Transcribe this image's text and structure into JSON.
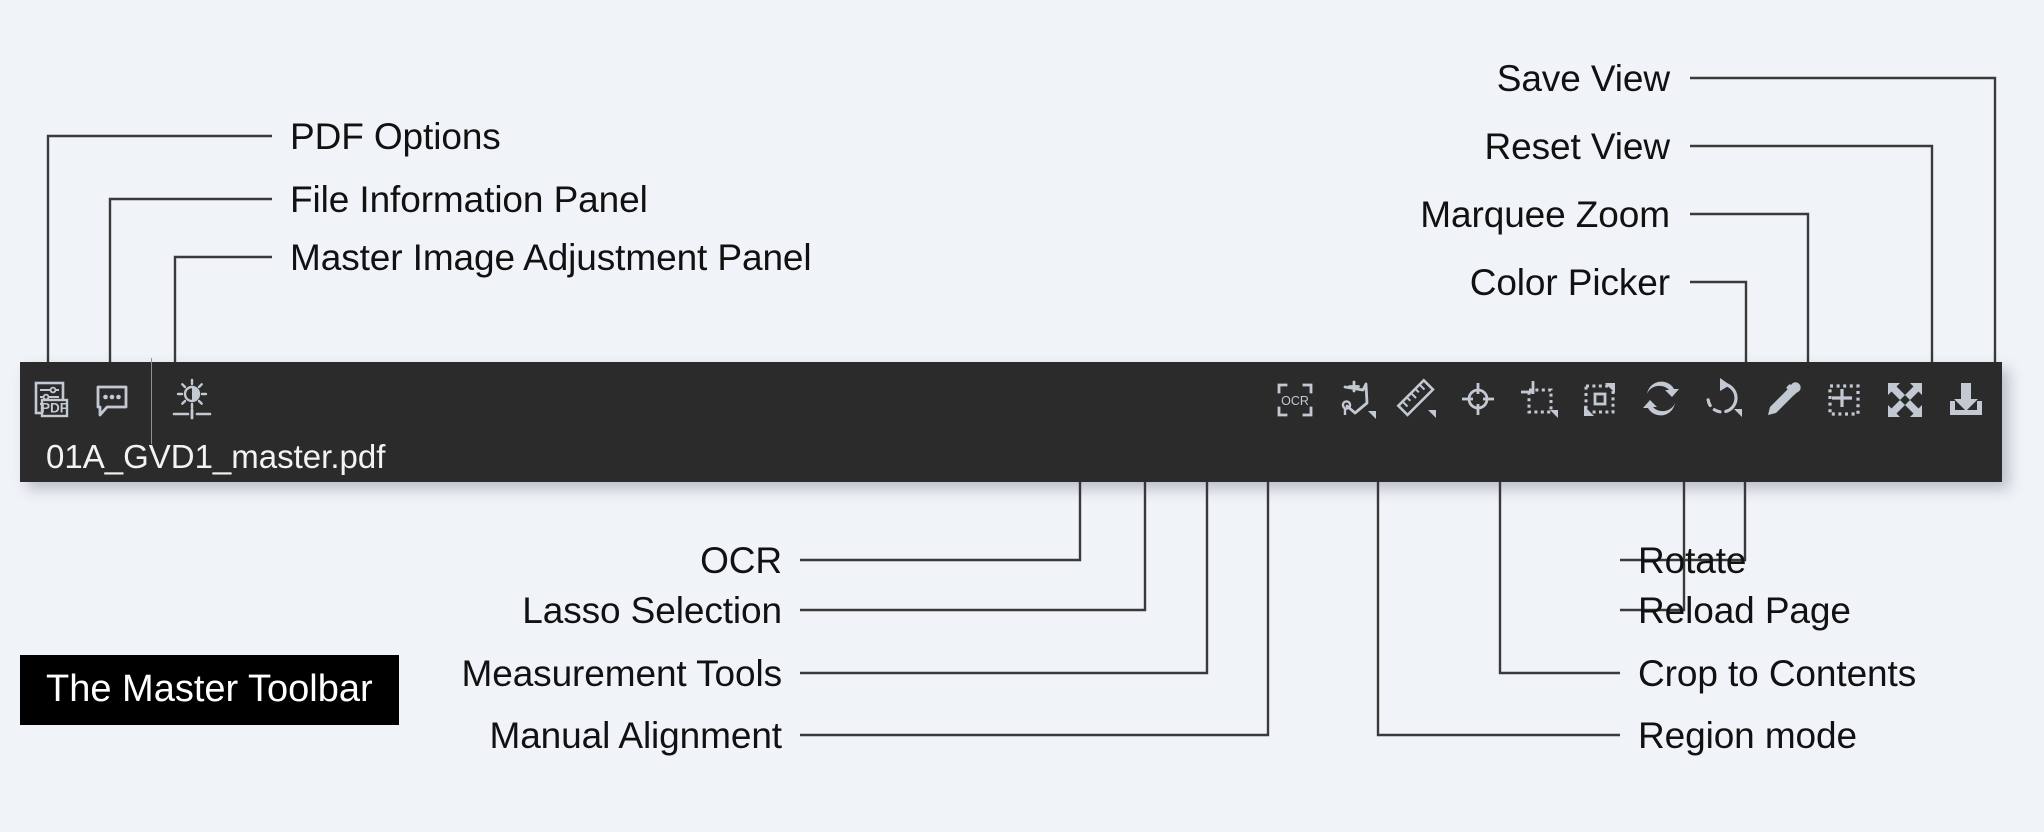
{
  "page": {
    "background_color": "#f0f3f8",
    "badge_label": "The Master Toolbar"
  },
  "toolbar": {
    "background_color": "#2b2b2b",
    "icon_color": "#c2c9d2",
    "filename": "01A_GVD1_master.pdf",
    "left_buttons": [
      {
        "name": "pdf-options",
        "icon": "pdf-options-icon",
        "label": "PDF Options"
      },
      {
        "name": "file-information-panel",
        "icon": "comment-dots-icon",
        "label": "File Information Panel"
      },
      {
        "name": "master-image-adjustment-panel",
        "icon": "brightness-slider-icon",
        "label": "Master Image Adjustment Panel"
      }
    ],
    "right_buttons": [
      {
        "name": "ocr",
        "icon": "ocr-icon",
        "label": "OCR"
      },
      {
        "name": "lasso-selection",
        "icon": "lasso-plus-icon",
        "label": "Lasso Selection"
      },
      {
        "name": "measurement-tools",
        "icon": "ruler-icon",
        "label": "Measurement Tools"
      },
      {
        "name": "manual-alignment",
        "icon": "crosshair-target-icon",
        "label": "Manual Alignment"
      },
      {
        "name": "region-mode",
        "icon": "region-crop-icon",
        "label": "Region mode"
      },
      {
        "name": "crop-to-contents",
        "icon": "crop-to-contents-icon",
        "label": "Crop to Contents"
      },
      {
        "name": "reload-page",
        "icon": "reload-arrows-icon",
        "label": "Reload Page"
      },
      {
        "name": "rotate",
        "icon": "rotate-icon",
        "label": "Rotate"
      },
      {
        "name": "color-picker",
        "icon": "eyedropper-icon",
        "label": "Color Picker"
      },
      {
        "name": "marquee-zoom",
        "icon": "marquee-zoom-icon",
        "label": "Marquee Zoom"
      },
      {
        "name": "reset-view",
        "icon": "four-way-arrows-icon",
        "label": "Reset View"
      },
      {
        "name": "save-view",
        "icon": "save-download-icon",
        "label": "Save View"
      }
    ]
  },
  "callouts": {
    "top_left": [
      {
        "label": "PDF Options"
      },
      {
        "label": "File Information Panel"
      },
      {
        "label": "Master Image Adjustment Panel"
      }
    ],
    "top_right": [
      {
        "label": "Save View"
      },
      {
        "label": "Reset View"
      },
      {
        "label": "Marquee Zoom"
      },
      {
        "label": "Color Picker"
      }
    ],
    "bottom_left": [
      {
        "label": "OCR"
      },
      {
        "label": "Lasso Selection"
      },
      {
        "label": "Measurement Tools"
      },
      {
        "label": "Manual Alignment"
      }
    ],
    "bottom_right": [
      {
        "label": "Rotate"
      },
      {
        "label": "Reload Page"
      },
      {
        "label": "Crop to Contents"
      },
      {
        "label": "Region mode"
      }
    ]
  }
}
